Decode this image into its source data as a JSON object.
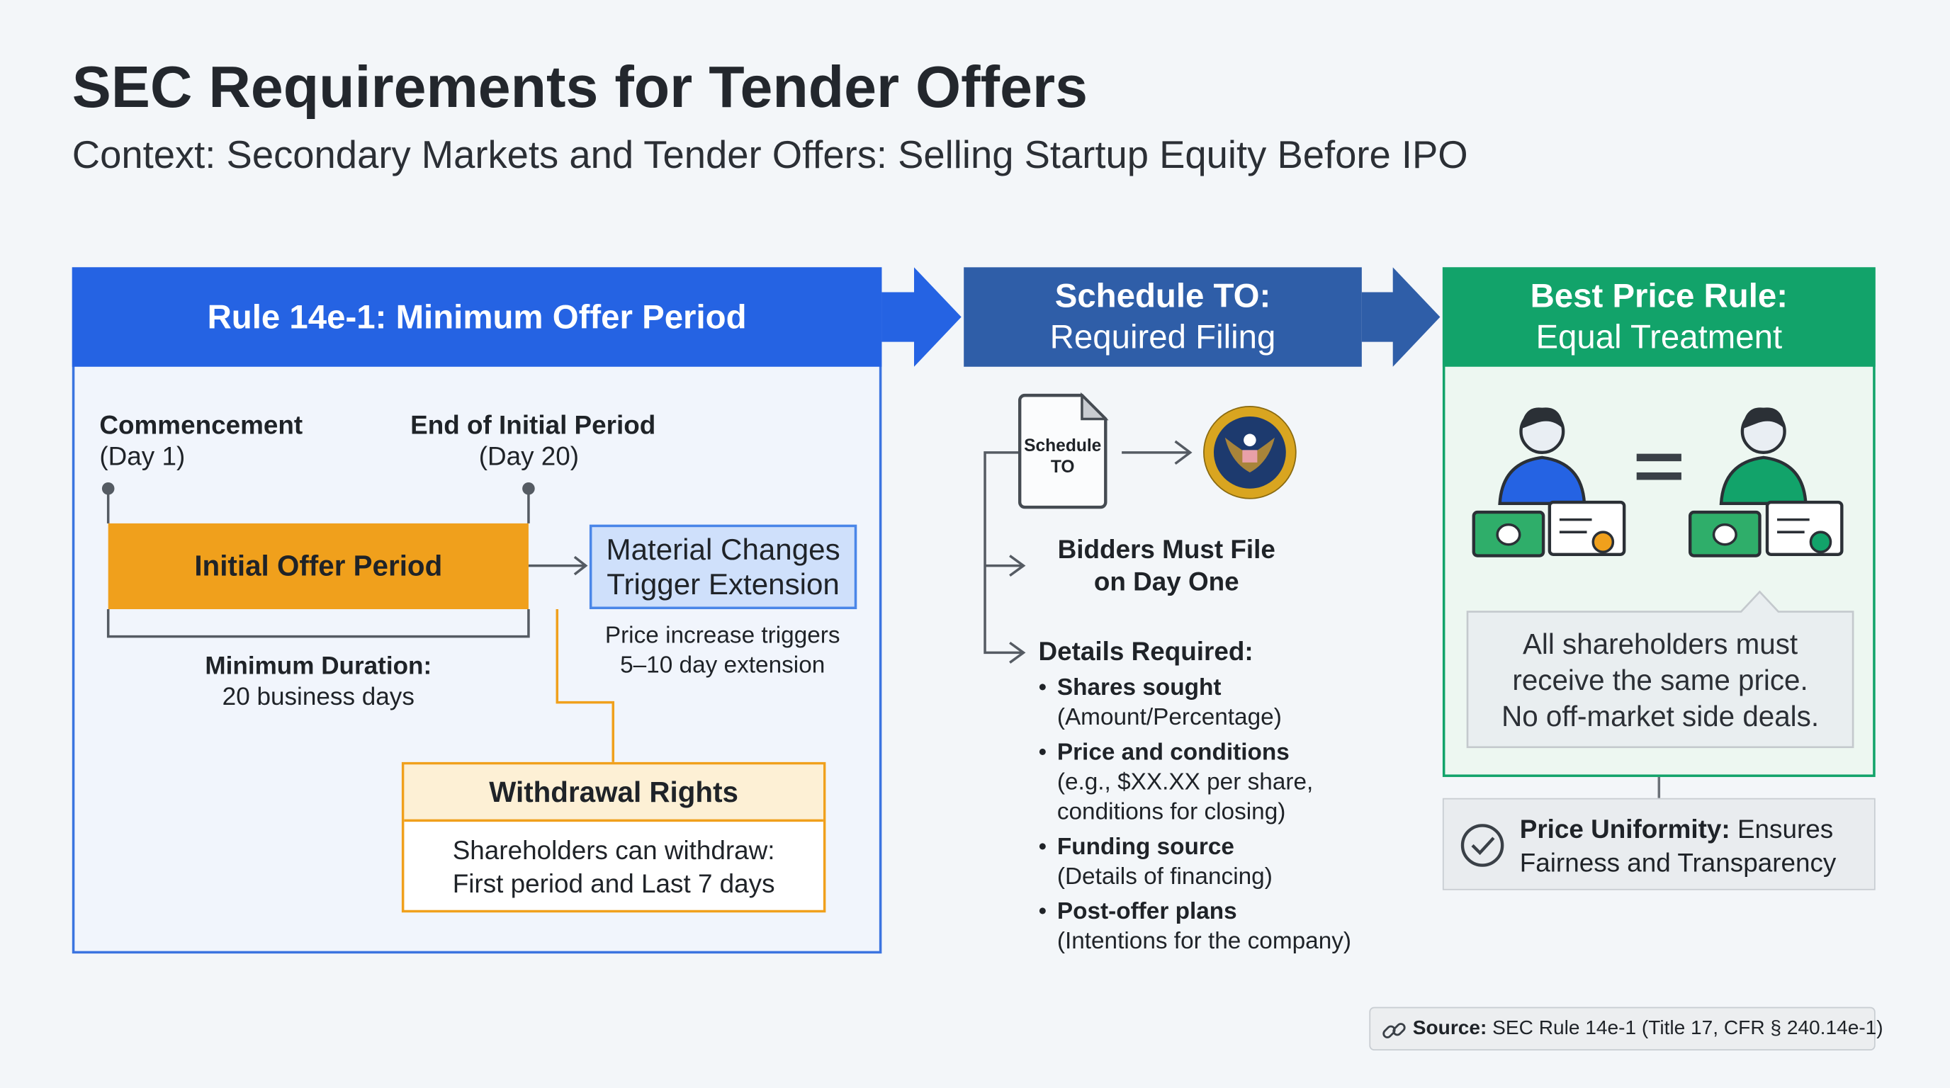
{
  "title": "SEC Requirements for Tender Offers",
  "subtitle": "Context: Secondary Markets and Tender Offers: Selling Startup Equity Before IPO",
  "colors": {
    "blue": "#2563e3",
    "navy": "#2f5ea8",
    "green": "#12a36a",
    "orange": "#f0a01c"
  },
  "rule14e1": {
    "header": "Rule 14e-1: Minimum Offer Period",
    "commencement": "Commencement",
    "commencement_day": "(Day 1)",
    "end_initial": "End of Initial Period",
    "end_initial_day": "(Day 20)",
    "initial_period": "Initial Offer Period",
    "min_duration": "Minimum Duration:",
    "min_duration_value": "20 business days",
    "material_changes_1": "Material Changes",
    "material_changes_2": "Trigger Extension",
    "price_increase_1": "Price increase triggers",
    "price_increase_2": "5–10 day extension",
    "withdrawal_title": "Withdrawal Rights",
    "withdrawal_1": "Shareholders can withdraw:",
    "withdrawal_2": "First period and Last 7 days"
  },
  "schedule_to": {
    "header_1": "Schedule TO:",
    "header_2": "Required Filing",
    "doc_label_1": "Schedule",
    "doc_label_2": "TO",
    "seal_icon": "sec-seal-icon",
    "bidders_1": "Bidders Must File",
    "bidders_2": "on Day One",
    "details_title": "Details Required:",
    "details": [
      {
        "title": "Shares sought",
        "lines": [
          "(Amount/Percentage)"
        ]
      },
      {
        "title": "Price and conditions",
        "lines": [
          "(e.g., $XX.XX per share,",
          "conditions for closing)"
        ]
      },
      {
        "title": "Funding source",
        "lines": [
          "(Details of financing)"
        ]
      },
      {
        "title": "Post-offer plans",
        "lines": [
          "(Intentions for the company)"
        ]
      }
    ]
  },
  "best_price": {
    "header_1": "Best Price Rule:",
    "header_2": "Equal Treatment",
    "statement_1": "All shareholders must",
    "statement_2": "receive the same price.",
    "statement_3": "No off-market side deals.",
    "uniformity_bold": "Price Uniformity:",
    "uniformity_rest": " Ensures",
    "uniformity_2": "Fairness and Transparency"
  },
  "source": {
    "label": "Source:",
    "text": " SEC Rule 14e-1 (Title 17, CFR § 240.14e-1)",
    "icon": "link-icon"
  }
}
